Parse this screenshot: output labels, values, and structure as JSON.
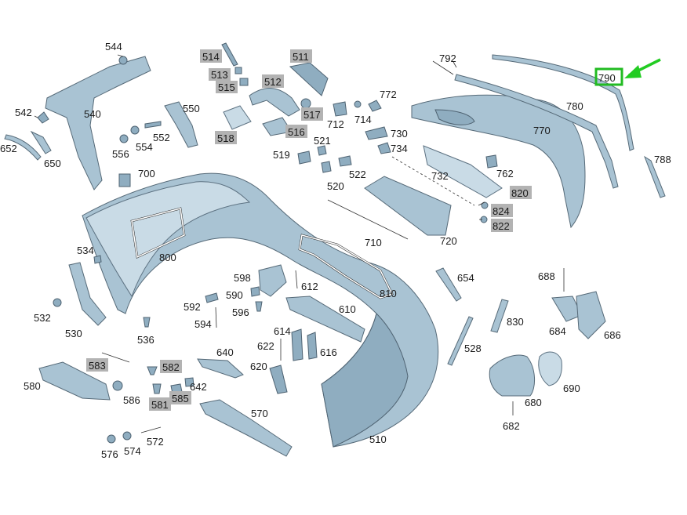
{
  "labels": {
    "p510": "510",
    "p511": "511",
    "p512": "512",
    "p513": "513",
    "p514": "514",
    "p515": "515",
    "p516": "516",
    "p517": "517",
    "p518": "518",
    "p519": "519",
    "p520": "520",
    "p521": "521",
    "p522": "522",
    "p528": "528",
    "p530": "530",
    "p532": "532",
    "p534": "534",
    "p536": "536",
    "p540": "540",
    "p542": "542",
    "p544": "544",
    "p550": "550",
    "p552": "552",
    "p554": "554",
    "p556": "556",
    "p570": "570",
    "p572": "572",
    "p574": "574",
    "p576": "576",
    "p580": "580",
    "p581": "581",
    "p582": "582",
    "p583": "583",
    "p585": "585",
    "p586": "586",
    "p590": "590",
    "p592": "592",
    "p594": "594",
    "p596": "596",
    "p598": "598",
    "p610": "610",
    "p612": "612",
    "p614": "614",
    "p616": "616",
    "p620": "620",
    "p622": "622",
    "p640": "640",
    "p642": "642",
    "p650": "650",
    "p652": "652",
    "p654": "654",
    "p680": "680",
    "p682": "682",
    "p684": "684",
    "p686": "686",
    "p688": "688",
    "p690": "690",
    "p700": "700",
    "p710": "710",
    "p712": "712",
    "p714": "714",
    "p720": "720",
    "p730": "730",
    "p732": "732",
    "p734": "734",
    "p762": "762",
    "p770": "770",
    "p772": "772",
    "p780": "780",
    "p788": "788",
    "p790": "790",
    "p792": "792",
    "p800": "800",
    "p810": "810",
    "p820": "820",
    "p822": "822",
    "p824": "824",
    "p830": "830"
  },
  "highlighted_part": "790",
  "colors": {
    "part_fill": "#a9c3d3",
    "highlight_box": "#22bb22",
    "arrow": "#22cc22",
    "label_bg": "#b3b3b3"
  }
}
